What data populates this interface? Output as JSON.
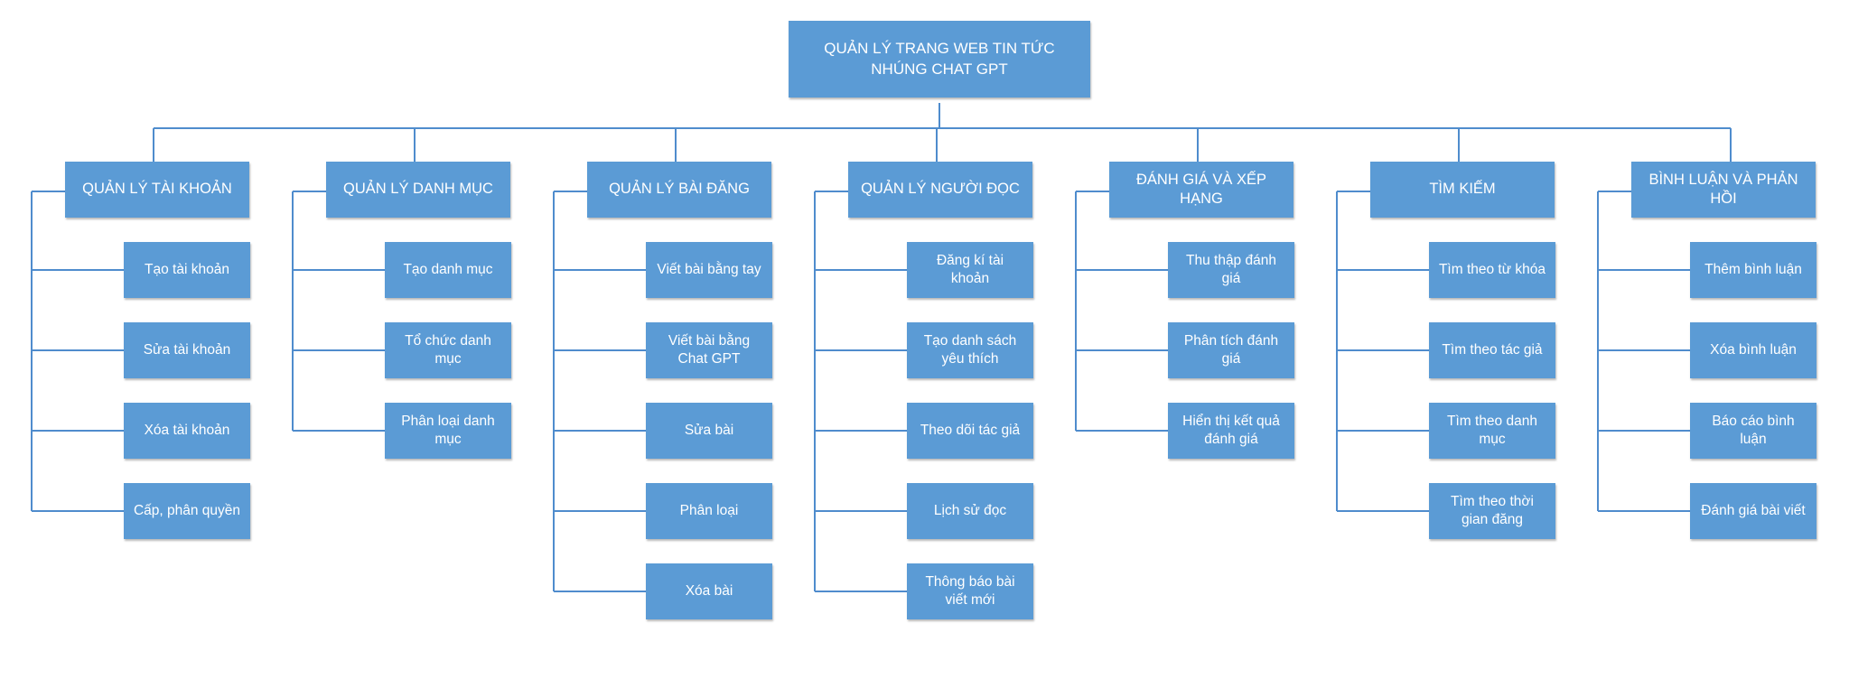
{
  "diagram": {
    "root": "QUẢN LÝ TRANG WEB TIN TỨC NHÚNG CHAT GPT",
    "branches": [
      {
        "label": "QUẢN LÝ TÀI KHOẢN",
        "children": [
          "Tạo tài khoản",
          "Sửa tài khoản",
          "Xóa tài khoản",
          "Cấp, phân quyền"
        ]
      },
      {
        "label": "QUẢN LÝ DANH MỤC",
        "children": [
          "Tạo danh mục",
          "Tổ chức danh mục",
          "Phân loại danh mục"
        ]
      },
      {
        "label": "QUẢN LÝ BÀI ĐĂNG",
        "children": [
          "Viết bài bằng tay",
          "Viết bài bằng Chat GPT",
          "Sửa bài",
          "Phân loại",
          "Xóa bài"
        ]
      },
      {
        "label": "QUẢN LÝ NGƯỜI ĐỌC",
        "children": [
          "Đăng kí tài khoản",
          "Tạo danh sách yêu thích",
          "Theo dõi tác giả",
          "Lịch sử đọc",
          "Thông báo bài viết mới"
        ]
      },
      {
        "label": "ĐÁNH GIÁ VÀ XẾP HẠNG",
        "children": [
          "Thu thập đánh giá",
          "Phân tích đánh giá",
          "Hiển thị kết quả đánh giá"
        ]
      },
      {
        "label": "TÌM KIẾM",
        "children": [
          "Tìm theo từ khóa",
          "Tìm theo tác giả",
          "Tìm theo danh mục",
          "Tìm theo thời gian đăng"
        ]
      },
      {
        "label": "BÌNH LUẬN VÀ PHẢN HỒI",
        "children": [
          "Thêm bình luận",
          "Xóa bình luận",
          "Báo cáo bình luận",
          "Đánh giá bài viết"
        ]
      }
    ]
  },
  "colors": {
    "box": "#5b9bd5",
    "line": "#4f8ccd",
    "text": "#ffffff"
  }
}
